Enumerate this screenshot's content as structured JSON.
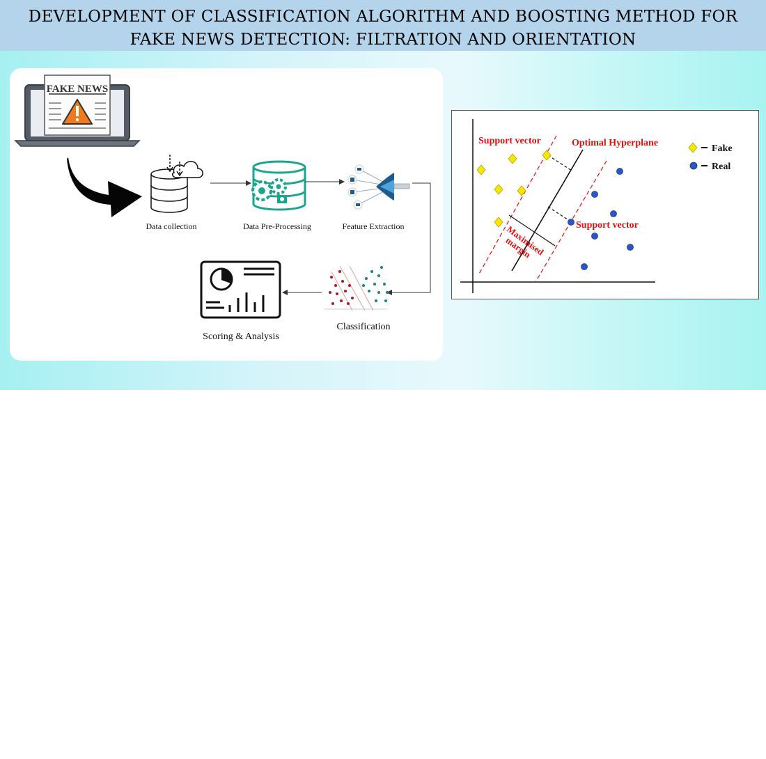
{
  "title": {
    "line1": "DEVELOPMENT OF CLASSIFICATION ALGORITHM AND BOOSTING METHOD FOR",
    "line2": "FAKE NEWS DETECTION: FILTRATION AND ORIENTATION"
  },
  "flowchart": {
    "laptop_text": "FAKE NEWS",
    "steps": {
      "collection": "Data collection",
      "preprocessing": "Data Pre-Processing",
      "features": "Feature Extraction",
      "classification": "Classification",
      "scoring": "Scoring & Analysis"
    }
  },
  "svm": {
    "support_vector_top": "Support vector",
    "hyperplane": "Optimal Hyperplane",
    "support_vector_right": "Support vector",
    "margin_line1": "Maximised",
    "margin_line2": "margin",
    "legend": {
      "fake": "Fake",
      "real": "Real"
    },
    "colors": {
      "fake": "#f7e600",
      "real": "#2c56c7",
      "annotation": "#e01010"
    }
  }
}
